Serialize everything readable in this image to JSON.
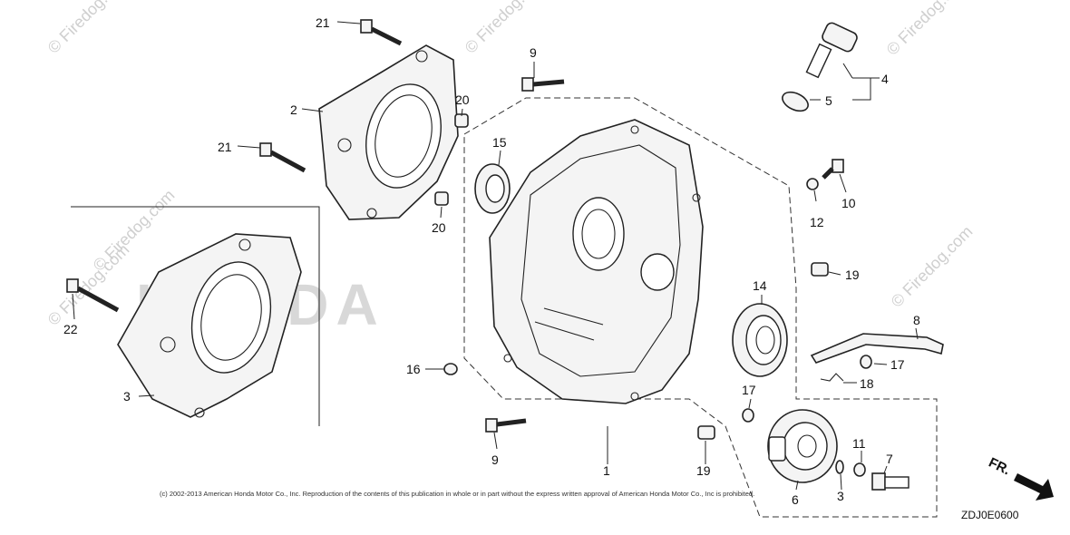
{
  "watermarks": [
    "© Firedog.com",
    "© Firedog.com",
    "© Firedog.com",
    "© Firedog.com",
    "© Firedog.com",
    "© Firedog.com"
  ],
  "background_logo": "HONDA",
  "callouts": {
    "p1": "1",
    "p2": "2",
    "p3": "3",
    "p3b": "3",
    "p4": "4",
    "p5": "5",
    "p6": "6",
    "p7": "7",
    "p8": "8",
    "p9a": "9",
    "p9b": "9",
    "p10": "10",
    "p11": "11",
    "p12": "12",
    "p14": "14",
    "p15": "15",
    "p16": "16",
    "p17a": "17",
    "p17b": "17",
    "p18": "18",
    "p19a": "19",
    "p19b": "19",
    "p20a": "20",
    "p20b": "20",
    "p21a": "21",
    "p21b": "21",
    "p22": "22"
  },
  "direction_label": "FR.",
  "diagram_code": "ZDJ0E0600",
  "copyright": "(c) 2002-2013 American Honda Motor Co., Inc. Reproduction of the contents of this publication in whole or in part without the express written approval of American Honda Motor Co., Inc is prohibited."
}
